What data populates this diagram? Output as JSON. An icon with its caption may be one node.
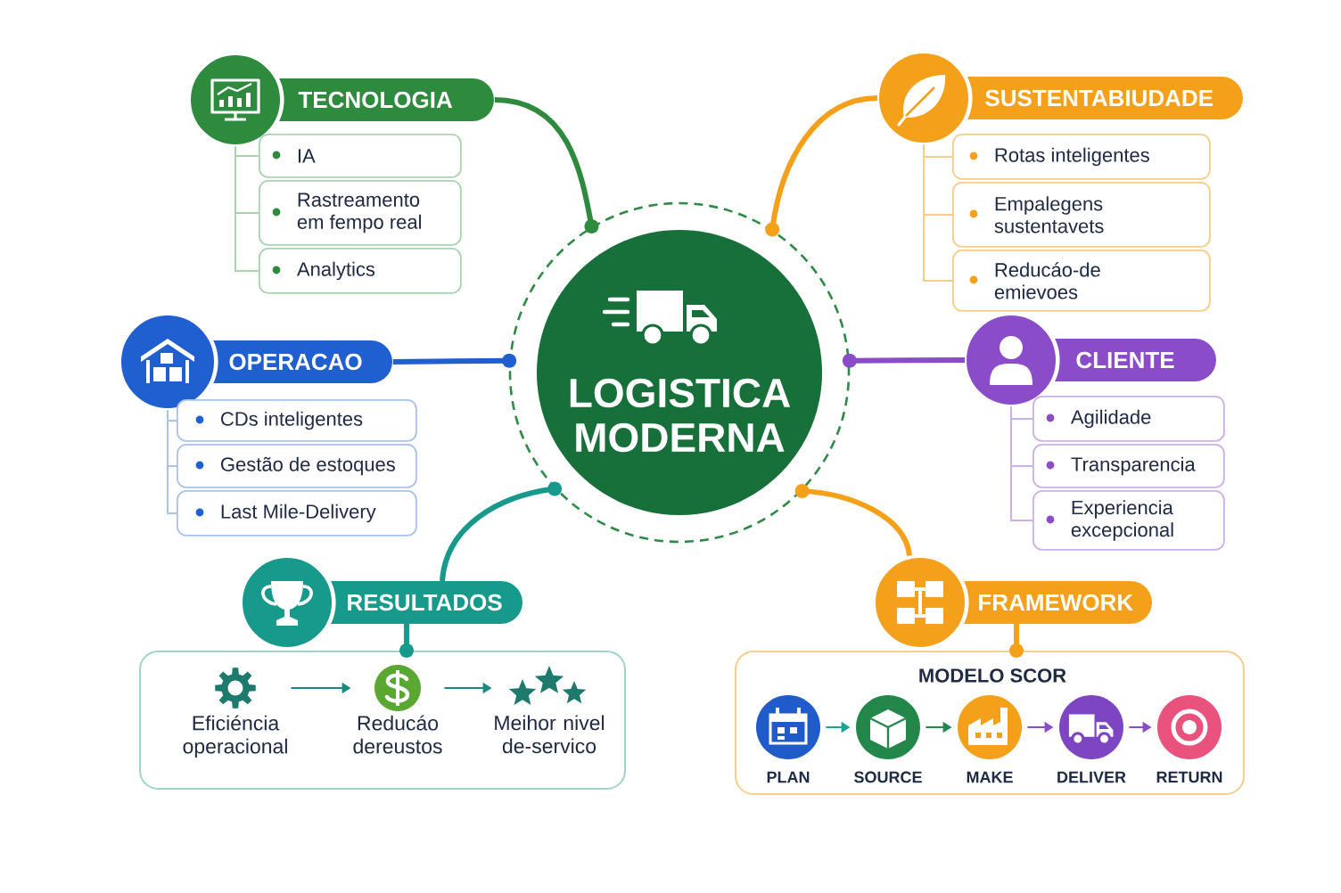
{
  "diagram": {
    "nodes": [
      {
        "text": [
          "LOGISTICA MODERNA"
        ]
      },
      {
        "text": [
          "TECNOLOGIA"
        ]
      },
      {
        "text": [
          "IA"
        ]
      },
      {
        "text": [
          "Rastreamento em fempo real"
        ]
      },
      {
        "text": [
          "Analytics"
        ]
      },
      {
        "text": [
          "SUSTENTABIUDADE"
        ]
      },
      {
        "text": [
          "Rotas inteligentes"
        ]
      },
      {
        "text": [
          "Empalegens sustentavets"
        ]
      },
      {
        "text": [
          "Reducáo-de emievoes"
        ]
      },
      {
        "text": [
          "OPERACAO"
        ]
      },
      {
        "text": [
          "CDs inteligentes"
        ]
      },
      {
        "text": [
          "Gestão de estoques"
        ]
      },
      {
        "text": [
          "Last Mile-Delivery"
        ]
      },
      {
        "text": [
          "CLIENTE"
        ]
      },
      {
        "text": [
          "Agilidade"
        ]
      },
      {
        "text": [
          "Transparencia"
        ]
      },
      {
        "text": [
          "Experiencia excepcional"
        ]
      },
      {
        "text": [
          "RESULTADOS"
        ]
      },
      {
        "text": [],
        "shape": "box"
      },
      {
        "text": [
          "Eficiéncia operacional"
        ],
        "in": 18
      },
      {
        "text": [
          "Reducáo dereustos"
        ],
        "in": 18
      },
      {
        "text": [
          "Meihor nivel de-servico"
        ],
        "in": 18
      },
      {
        "text": [
          "FRAMEWORK"
        ]
      },
      {
        "text": [
          "MODELO SCOR"
        ]
      },
      {
        "text": [
          "PLAN"
        ],
        "in": 23
      },
      {
        "text": [
          "SOURCE"
        ],
        "in": 23
      },
      {
        "text": [
          "MAKE"
        ],
        "in": 23
      },
      {
        "text": [
          "DELIVER"
        ],
        "in": 23
      },
      {
        "text": [
          "RETURN"
        ],
        "in": 23
      }
    ],
    "edges": [
      {
        "from": 1,
        "to": 0,
        "arrow": "other",
        "style": "thick",
        "color": "#2e8b3e"
      },
      {
        "from": 5,
        "to": 0,
        "arrow": "other",
        "style": "thick",
        "color": "#f5a01a"
      },
      {
        "from": 9,
        "to": 0,
        "arrow": "other",
        "style": "thick",
        "color": "#1f5fcf"
      },
      {
        "from": 13,
        "to": 0,
        "arrow": "other",
        "style": "thick",
        "color": "#8a4cc8"
      },
      {
        "from": 17,
        "to": 0,
        "arrow": "other",
        "style": "thick",
        "color": "#17998b"
      },
      {
        "from": 22,
        "to": 0,
        "arrow": "other",
        "style": "thick",
        "color": "#f5a01a"
      },
      {
        "from": 1,
        "to": 2,
        "arrow": "none",
        "color": "#a8d5b0"
      },
      {
        "from": 1,
        "to": 3,
        "arrow": "none",
        "color": "#a8d5b0"
      },
      {
        "from": 1,
        "to": 4,
        "arrow": "none",
        "color": "#a8d5b0"
      },
      {
        "from": 5,
        "to": 6,
        "arrow": "none",
        "color": "#f7cd8c"
      },
      {
        "from": 5,
        "to": 7,
        "arrow": "none",
        "color": "#f7cd8c"
      },
      {
        "from": 5,
        "to": 8,
        "arrow": "none",
        "color": "#f7cd8c"
      },
      {
        "from": 9,
        "to": 10,
        "arrow": "none",
        "color": "#aac3ea"
      },
      {
        "from": 9,
        "to": 11,
        "arrow": "none",
        "color": "#aac3ea"
      },
      {
        "from": 9,
        "to": 12,
        "arrow": "none",
        "color": "#aac3ea"
      },
      {
        "from": 13,
        "to": 14,
        "arrow": "none",
        "color": "#cdb0ea"
      },
      {
        "from": 13,
        "to": 15,
        "arrow": "none",
        "color": "#cdb0ea"
      },
      {
        "from": 13,
        "to": 16,
        "arrow": "none",
        "color": "#cdb0ea"
      },
      {
        "from": 17,
        "to": 18,
        "arrow": "other",
        "style": "thick",
        "color": "#17998b"
      },
      {
        "from": 22,
        "to": 23,
        "arrow": "other",
        "style": "thick",
        "color": "#f5a01a"
      },
      {
        "from": 19,
        "to": 20,
        "arrow": "to",
        "color": "#1a8a80"
      },
      {
        "from": 20,
        "to": 21,
        "arrow": "to",
        "color": "#1a8a80"
      },
      {
        "from": 24,
        "to": 25,
        "arrow": "to",
        "color": "#19a39a"
      },
      {
        "from": 25,
        "to": 26,
        "arrow": "to",
        "color": "#22884a"
      },
      {
        "from": 26,
        "to": 27,
        "arrow": "to",
        "color": "#8a4cc8"
      },
      {
        "from": 27,
        "to": 28,
        "arrow": "to",
        "color": "#8a4cc8"
      }
    ]
  }
}
